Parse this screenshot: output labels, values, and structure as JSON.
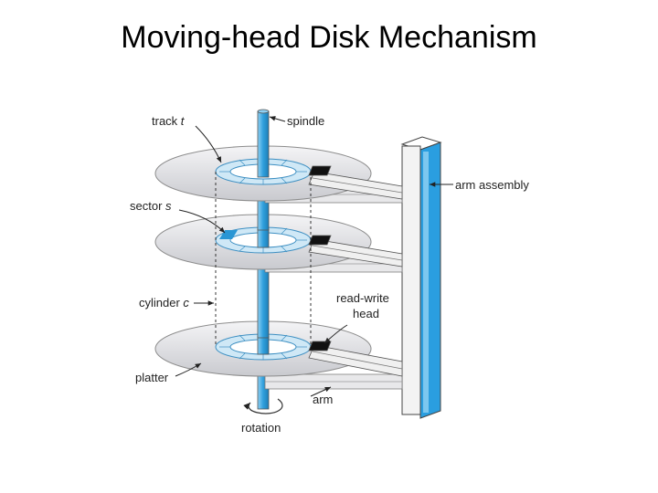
{
  "slide": {
    "title": "Moving-head Disk Mechanism"
  },
  "labels": {
    "track": "track",
    "track_var": "t",
    "spindle": "spindle",
    "arm_assembly": "arm assembly",
    "sector": "sector",
    "sector_var": "s",
    "cylinder": "cylinder",
    "cylinder_var": "c",
    "read_write_line1": "read-write",
    "read_write_line2": "head",
    "platter": "platter",
    "arm": "arm",
    "rotation": "rotation"
  },
  "colors": {
    "spindle": "#3aa7df",
    "platter": "#dcdde0",
    "platter_edge": "#8c8c8c",
    "track_ring": "#cfe8f6",
    "sector_highlight": "#2a96d4",
    "head": "#111111",
    "arm_assembly_front": "#2a9ee0",
    "arm_assembly_side": "#f2f2f2"
  }
}
